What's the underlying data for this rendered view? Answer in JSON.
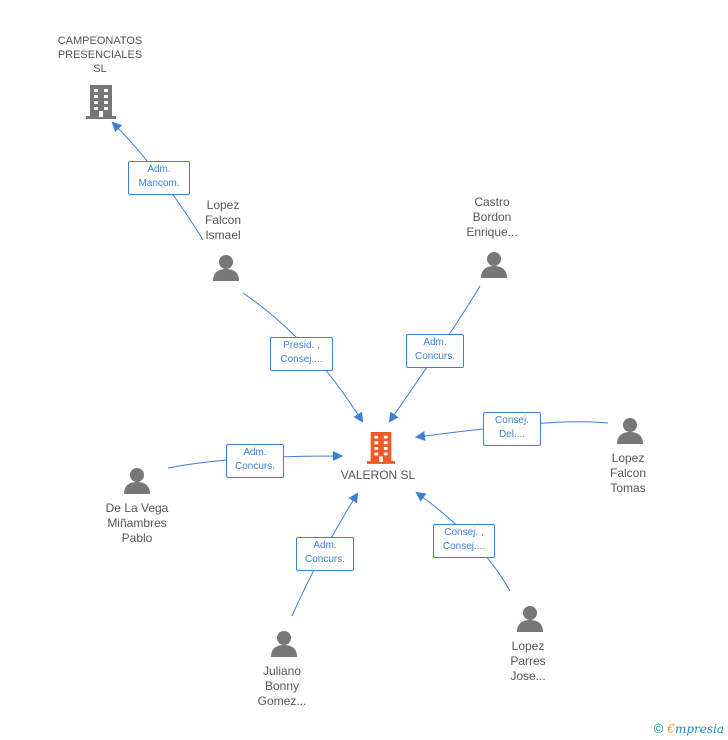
{
  "center": {
    "name": "VALERON SL",
    "color": "#f05a28"
  },
  "companies": [
    {
      "id": "campeonatos",
      "lines": [
        "CAMPEONATOS",
        "PRESENCIALES",
        "SL"
      ],
      "color": "#777777"
    }
  ],
  "persons": [
    {
      "id": "lopez-falcon-ismael",
      "lines": [
        "Lopez",
        "Falcon",
        "Ismael"
      ]
    },
    {
      "id": "castro-bordon",
      "lines": [
        "Castro",
        "Bordon",
        "Enrique..."
      ]
    },
    {
      "id": "lopez-falcon-tomas",
      "lines": [
        "Lopez",
        "Falcon",
        "Tomas"
      ]
    },
    {
      "id": "de-la-vega",
      "lines": [
        "De La Vega",
        "Miñambres",
        "Pablo"
      ]
    },
    {
      "id": "juliano-bonny",
      "lines": [
        "Juliano",
        "Bonny",
        "Gomez..."
      ]
    },
    {
      "id": "lopez-parres",
      "lines": [
        "Lopez",
        "Parres",
        "Jose..."
      ]
    }
  ],
  "edges": [
    {
      "id": "adm-mancom",
      "lines": [
        "Adm.",
        "Mancom."
      ]
    },
    {
      "id": "presid-consej",
      "lines": [
        "Presid. ,",
        "Consej...."
      ]
    },
    {
      "id": "adm-concurs-castro",
      "lines": [
        "Adm.",
        "Concurs."
      ]
    },
    {
      "id": "consej-del",
      "lines": [
        "Consej.",
        "Del...."
      ]
    },
    {
      "id": "adm-concurs-vega",
      "lines": [
        "Adm.",
        "Concurs."
      ]
    },
    {
      "id": "adm-concurs-juliano",
      "lines": [
        "Adm.",
        "Concurs."
      ]
    },
    {
      "id": "consej-consej",
      "lines": [
        "Consej. ,",
        "Consej...."
      ]
    }
  ],
  "footer": {
    "copyright": "©",
    "brand_first": "€",
    "brand_rest": "mpresia"
  },
  "colors": {
    "edge": "#3d7fd6",
    "person": "#777777"
  }
}
